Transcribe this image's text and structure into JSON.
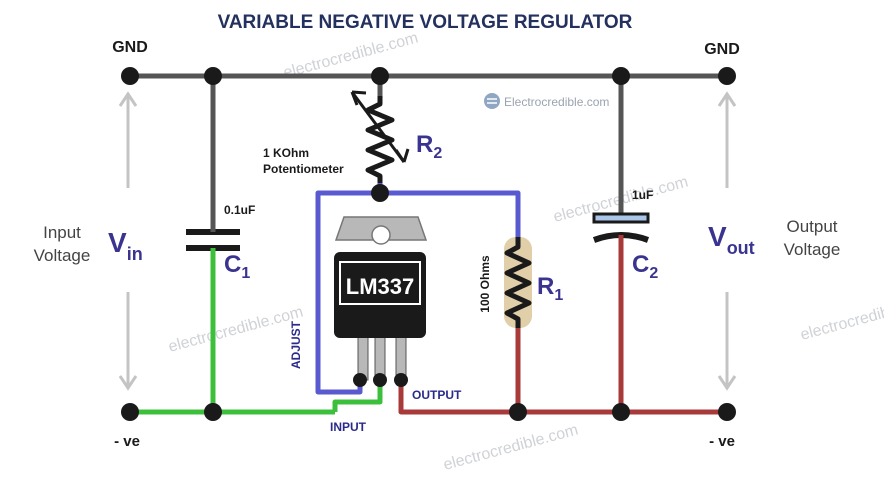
{
  "title": "VARIABLE NEGATIVE VOLTAGE REGULATOR",
  "watermark_brand": "Electrocredible.com",
  "watermark_text": "electrocredible.com",
  "terminals": {
    "gnd_left": "GND",
    "gnd_right": "GND",
    "neg_left": "- ve",
    "neg_right": "- ve"
  },
  "input": {
    "label_line1": "Input",
    "label_line2": "Voltage",
    "symbol": "V",
    "subscript": "in"
  },
  "output": {
    "label_line1": "Output",
    "label_line2": "Voltage",
    "symbol": "V",
    "subscript": "out"
  },
  "components": {
    "c1": {
      "name": "C",
      "sub": "1",
      "value": "0.1uF"
    },
    "c2": {
      "name": "C",
      "sub": "2",
      "value": "1uF"
    },
    "r1": {
      "name": "R",
      "sub": "1",
      "value": "100 Ohms"
    },
    "r2": {
      "name": "R",
      "sub": "2",
      "value_line1": "1 KOhm",
      "value_line2": "Potentiometer"
    },
    "ic": {
      "name": "LM337"
    }
  },
  "pins": {
    "adjust": "ADJUST",
    "input": "INPUT",
    "output": "OUTPUT"
  },
  "colors": {
    "title": "#24315e",
    "wire_gnd": "#555555",
    "wire_input": "#3cc03c",
    "wire_adjust": "#5a5ad0",
    "wire_output": "#a83a3a",
    "ic_body": "#1a1a1a",
    "ic_tab": "#b8b8b8",
    "resistor_body": "#e0cfa8",
    "arrow": "#c4c4c4",
    "label_purple": "#3a3490",
    "pin_label": "#2a2a8a"
  }
}
